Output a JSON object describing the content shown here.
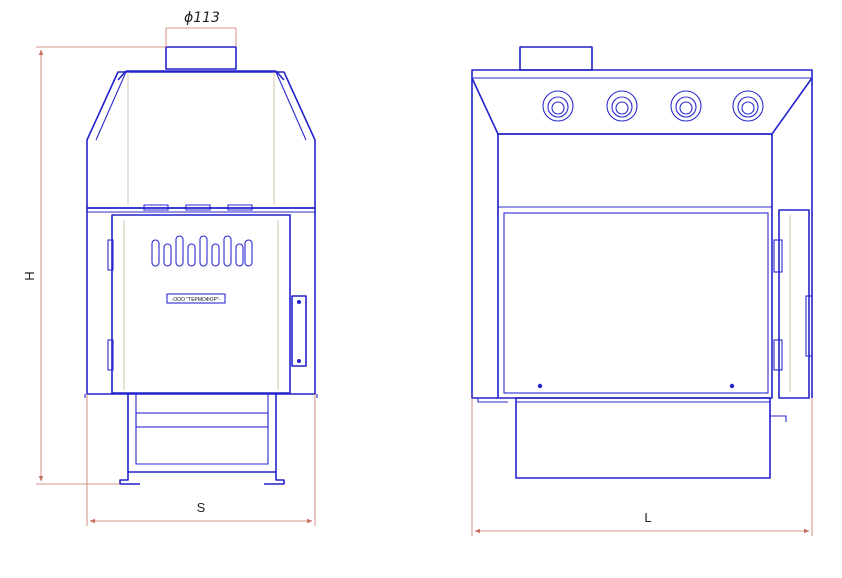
{
  "dimensions": {
    "flue_diameter": "ϕ113",
    "height": "H",
    "width": "S",
    "length": "L"
  },
  "plate_text": "-ООО \"ТЕРМОФОР\"-",
  "colors": {
    "outline": "#2222cc",
    "dimension_line": "#c87060",
    "hidden_line": "#c8b89a"
  }
}
